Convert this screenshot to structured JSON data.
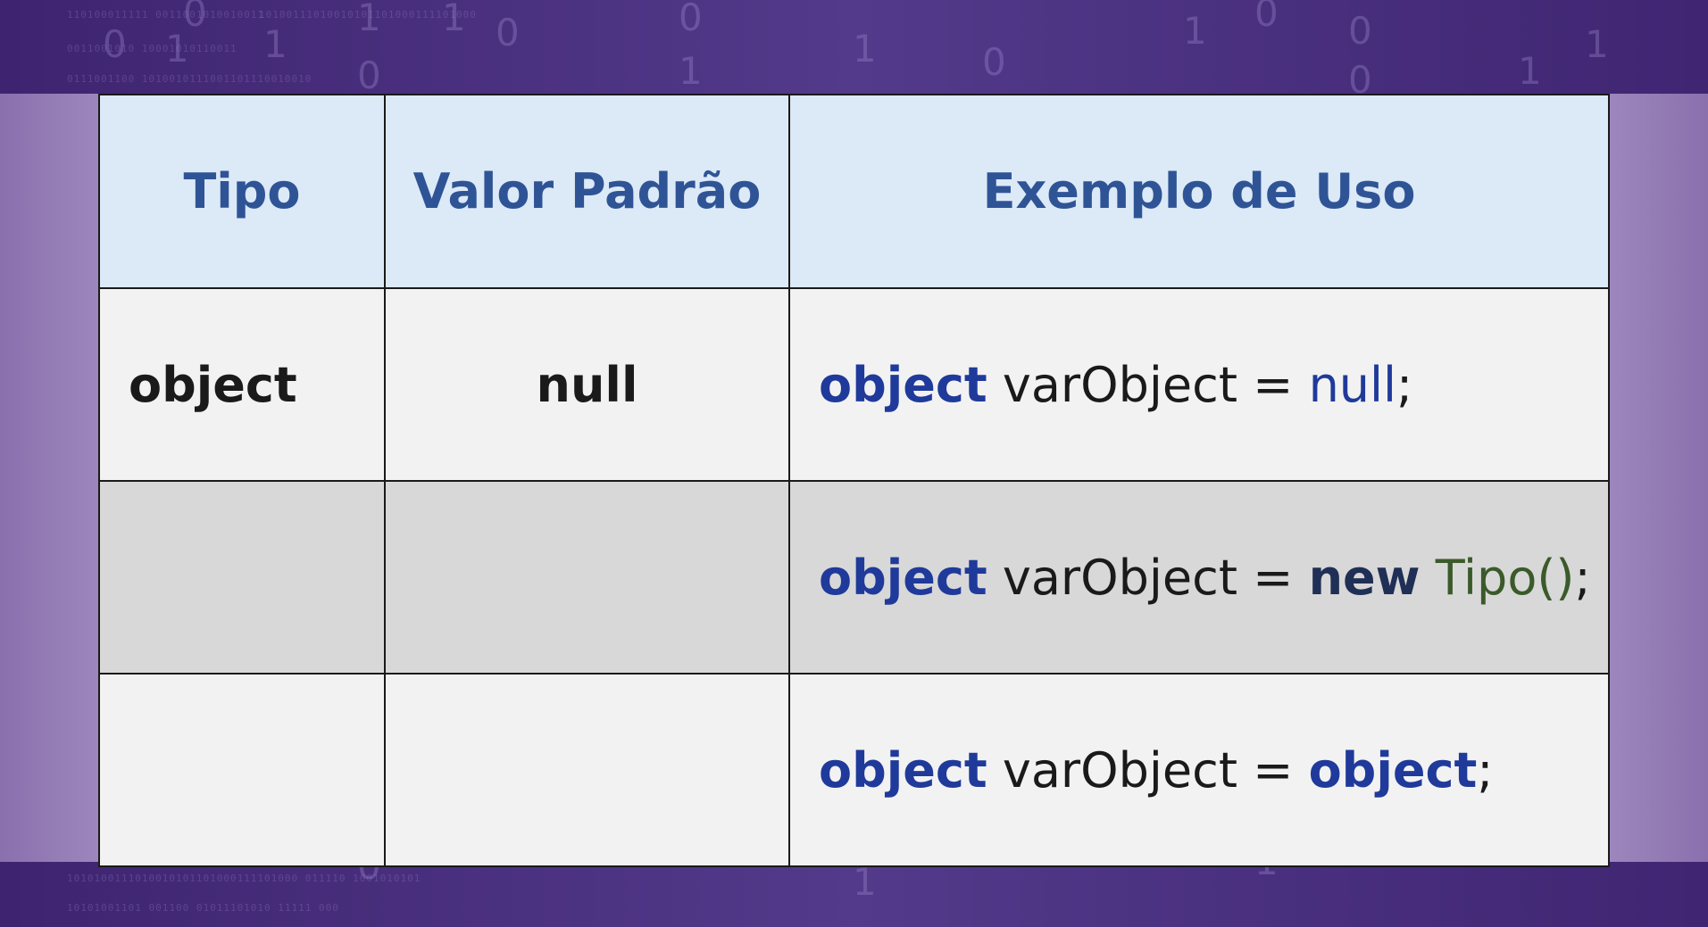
{
  "headers": {
    "type": "Tipo",
    "default_value": "Valor Padrão",
    "example": "Exemplo de Uso"
  },
  "rows": [
    {
      "type": "object",
      "default_value": "null",
      "example": {
        "keyword": "object",
        "identifier": " varObject = ",
        "value": "null",
        "end": ";"
      }
    },
    {
      "type": "",
      "default_value": "",
      "example": {
        "keyword": "object",
        "identifier": " varObject = ",
        "new_keyword": "new",
        "space": " ",
        "class_name": "Tipo()",
        "end": ";"
      }
    },
    {
      "type": "",
      "default_value": "",
      "example": {
        "keyword": "object",
        "identifier": " varObject = ",
        "value": "object",
        "end": ";"
      }
    }
  ],
  "colors": {
    "header_bg": "#dce9f7",
    "header_text": "#2f5496",
    "keyword": "#1f3a9a",
    "class_name": "#3b5a2a",
    "row_light": "#f2f2f2",
    "row_gray": "#d8d8d8",
    "background_purple": "#4a2f7c"
  }
}
